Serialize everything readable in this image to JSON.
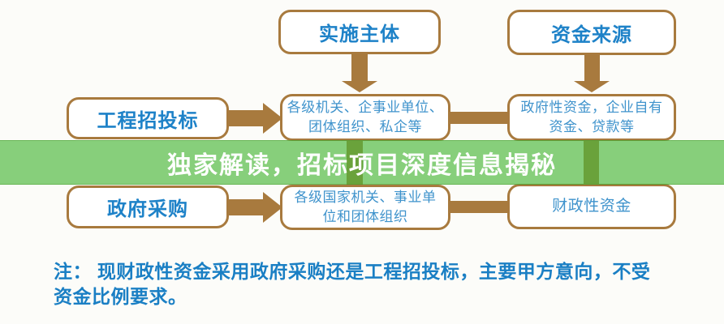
{
  "colors": {
    "background": "#fcfcf9",
    "box_fill": "#ffffff",
    "box_border": "#a87a3e",
    "arrow_brown": "#a87a3e",
    "title_blue": "#1e82c8",
    "content_blue": "#3f93cc",
    "note_blue": "#1a7fc4",
    "banner_green": "rgba(74,183,58,0.66)",
    "banner_text": "#ffffff"
  },
  "banner": {
    "text": "独家解读，招标项目深度信息揭秘"
  },
  "flowchart": {
    "top": [
      {
        "label": "实施主体"
      },
      {
        "label": "资金来源"
      }
    ],
    "row1": {
      "left": "工程招投标",
      "middle_lines": [
        "各级机关、企事业单位、",
        "团体组织、私企等"
      ],
      "right_lines": [
        "政府性资金，企业自有",
        "资金、贷款等"
      ]
    },
    "row2": {
      "left": "政府采购",
      "middle_lines": [
        "各级国家机关、事业单",
        "位和团体组织"
      ],
      "right": "财政性资金"
    }
  },
  "note": {
    "lines": [
      "注： 现财政性资金采用政府采购还是工程招投标，主要甲方意向，不受",
      "资金比例要求。"
    ]
  }
}
